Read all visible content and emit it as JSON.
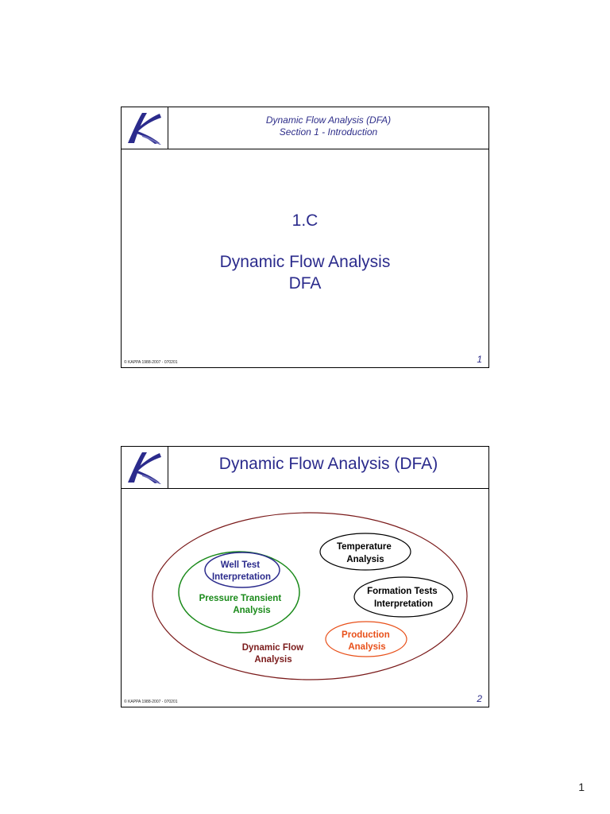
{
  "slide1": {
    "header_line1": "Dynamic Flow Analysis (DFA)",
    "header_line2": "Section 1 - Introduction",
    "section_number": "1.C",
    "title_line1": "Dynamic Flow Analysis",
    "title_line2": "DFA",
    "copyright": "© KAPPA 1988-2007 - 070201",
    "page_number": "1"
  },
  "slide2": {
    "header_title": "Dynamic Flow Analysis (DFA)",
    "copyright": "© KAPPA 1988-2007 - 070201",
    "page_number": "2",
    "diagram": {
      "well_test": [
        "Well Test",
        "Interpretation"
      ],
      "pressure_transient": [
        "Pressure Transient",
        "Analysis"
      ],
      "temperature": [
        "Temperature",
        "Analysis"
      ],
      "formation_tests": [
        "Formation Tests",
        "Interpretation"
      ],
      "production": [
        "Production",
        "Analysis"
      ],
      "dynamic_flow": [
        "Dynamic Flow",
        "Analysis"
      ]
    },
    "colors": {
      "outer": "#7a1a1a",
      "pressure": "#1a8a1a",
      "well_test": "#2b2b8c",
      "temperature": "#000000",
      "formation": "#000000",
      "production": "#e8501a",
      "dynamic_flow_text": "#7a1a1a"
    }
  },
  "footer": {
    "page_number": "1"
  }
}
